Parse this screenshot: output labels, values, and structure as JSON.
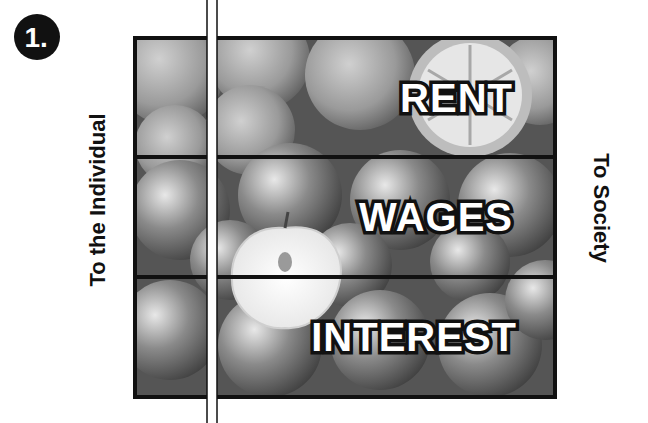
{
  "diagram": {
    "nodes": [
      {
        "text": [
          "RENT"
        ]
      },
      {
        "text": [
          "WAGES"
        ]
      },
      {
        "text": [
          "INTEREST"
        ]
      }
    ],
    "labels": [
      "1.",
      "To the Individual",
      "To Society"
    ]
  }
}
